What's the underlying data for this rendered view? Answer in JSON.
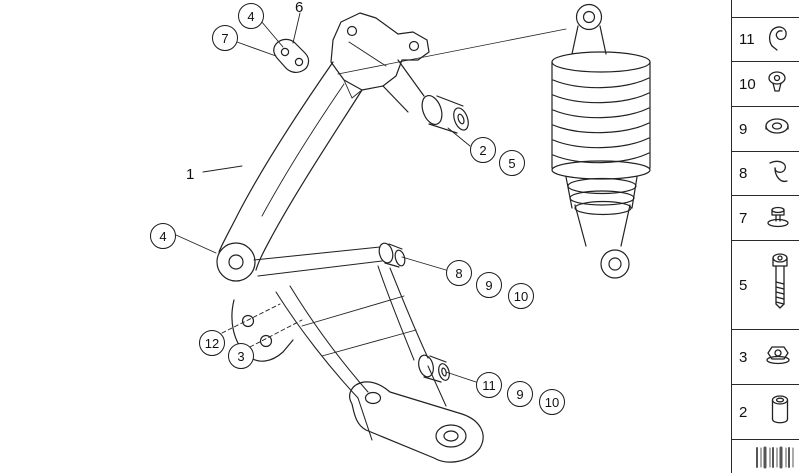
{
  "diagram": {
    "labels": {
      "bracket": "1",
      "gasket": "6"
    },
    "callouts": [
      {
        "name": "callout-4-top",
        "text": "4"
      },
      {
        "name": "callout-7",
        "text": "7"
      },
      {
        "name": "callout-2",
        "text": "2"
      },
      {
        "name": "callout-5",
        "text": "5"
      },
      {
        "name": "callout-4-left",
        "text": "4"
      },
      {
        "name": "callout-8",
        "text": "8"
      },
      {
        "name": "callout-9-mid",
        "text": "9"
      },
      {
        "name": "callout-10-mid",
        "text": "10"
      },
      {
        "name": "callout-12",
        "text": "12"
      },
      {
        "name": "callout-3",
        "text": "3"
      },
      {
        "name": "callout-11",
        "text": "11"
      },
      {
        "name": "callout-9-bottom",
        "text": "9"
      },
      {
        "name": "callout-10-bottom",
        "text": "10"
      }
    ]
  },
  "sidebar": {
    "items": [
      {
        "number": "11",
        "icon": "retaining-clip-icon"
      },
      {
        "number": "10",
        "icon": "button-head-screw-icon"
      },
      {
        "number": "9",
        "icon": "washer-icon"
      },
      {
        "number": "8",
        "icon": "spring-clip-icon"
      },
      {
        "number": "7",
        "icon": "screw-with-washer-icon"
      },
      {
        "number": "5",
        "icon": "socket-bolt-icon"
      },
      {
        "number": "3",
        "icon": "flange-nut-icon"
      },
      {
        "number": "2",
        "icon": "spacer-sleeve-icon"
      }
    ]
  },
  "colors": {
    "line": "#222222",
    "background": "#ffffff"
  }
}
